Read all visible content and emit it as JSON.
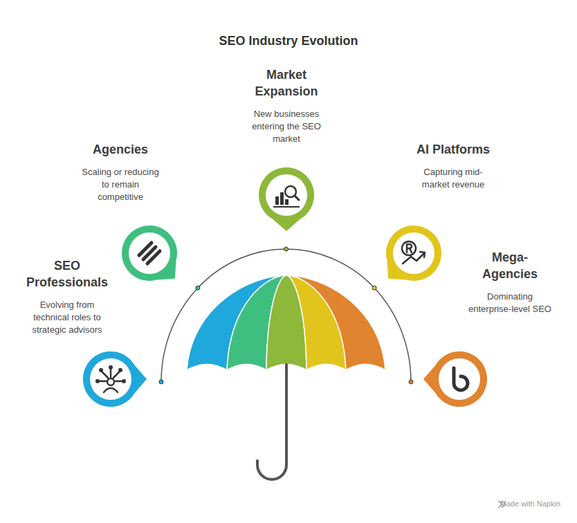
{
  "diagram": {
    "title": "SEO Industry Evolution",
    "nodes": [
      {
        "text": [
          "SEO Professionals",
          "Evolving from technical roles to strategic advisors"
        ]
      },
      {
        "text": [
          "Agencies",
          "Scaling or reducing to remain competitive"
        ]
      },
      {
        "text": [
          "Market Expansion",
          "New businesses entering the SEO market"
        ]
      },
      {
        "text": [
          "AI Platforms",
          "Capturing mid-market revenue"
        ]
      },
      {
        "text": [
          "Mega-Agencies",
          "Dominating enterprise-level SEO"
        ]
      }
    ],
    "labels": [
      "Made with Napkin"
    ]
  }
}
